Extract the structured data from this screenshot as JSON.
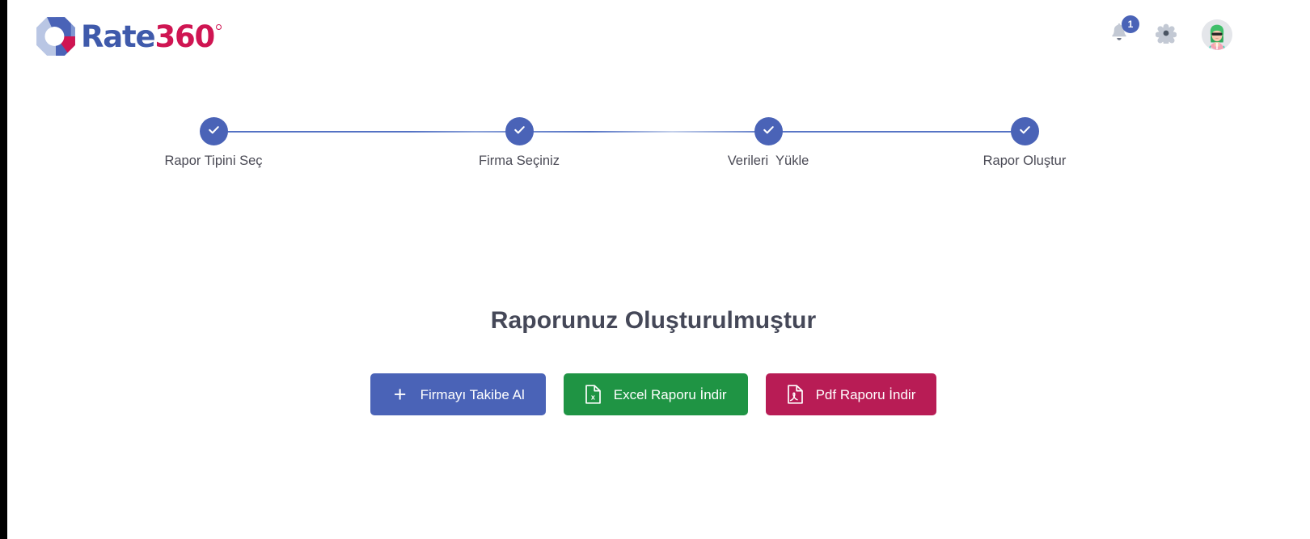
{
  "brand": {
    "name_primary": "Rate",
    "name_secondary": "360",
    "logo_icon": "rate360-aperture-logo",
    "colors": {
      "primary_blue": "#3f5aab",
      "accent_pink": "#cf1552"
    }
  },
  "topbar": {
    "notifications": {
      "icon": "bell-icon",
      "count": "1",
      "badge_color": "#4a63b7"
    },
    "settings": {
      "icon": "gear-icon"
    },
    "account": {
      "icon": "user-avatar"
    }
  },
  "stepper": {
    "active_color": "#4a63b7",
    "steps": [
      {
        "label": "Rapor Tipini Seç",
        "state": "completed",
        "icon": "check-icon"
      },
      {
        "label": "Firma Seçiniz",
        "state": "completed",
        "icon": "check-icon"
      },
      {
        "label": "Verileri  Yükle",
        "state": "completed",
        "icon": "check-icon"
      },
      {
        "label": "Rapor Oluştur",
        "state": "completed",
        "icon": "check-icon"
      }
    ]
  },
  "main": {
    "headline": "Raporunuz Oluşturulmuştur",
    "buttons": [
      {
        "label": "Firmayı Takibe Al",
        "icon": "plus-icon",
        "color": "#4a63b7"
      },
      {
        "label": "Excel Raporu İndir",
        "icon": "file-excel-icon",
        "color": "#1f9444"
      },
      {
        "label": "Pdf Raporu İndir",
        "icon": "file-pdf-icon",
        "color": "#b81c55"
      }
    ]
  }
}
